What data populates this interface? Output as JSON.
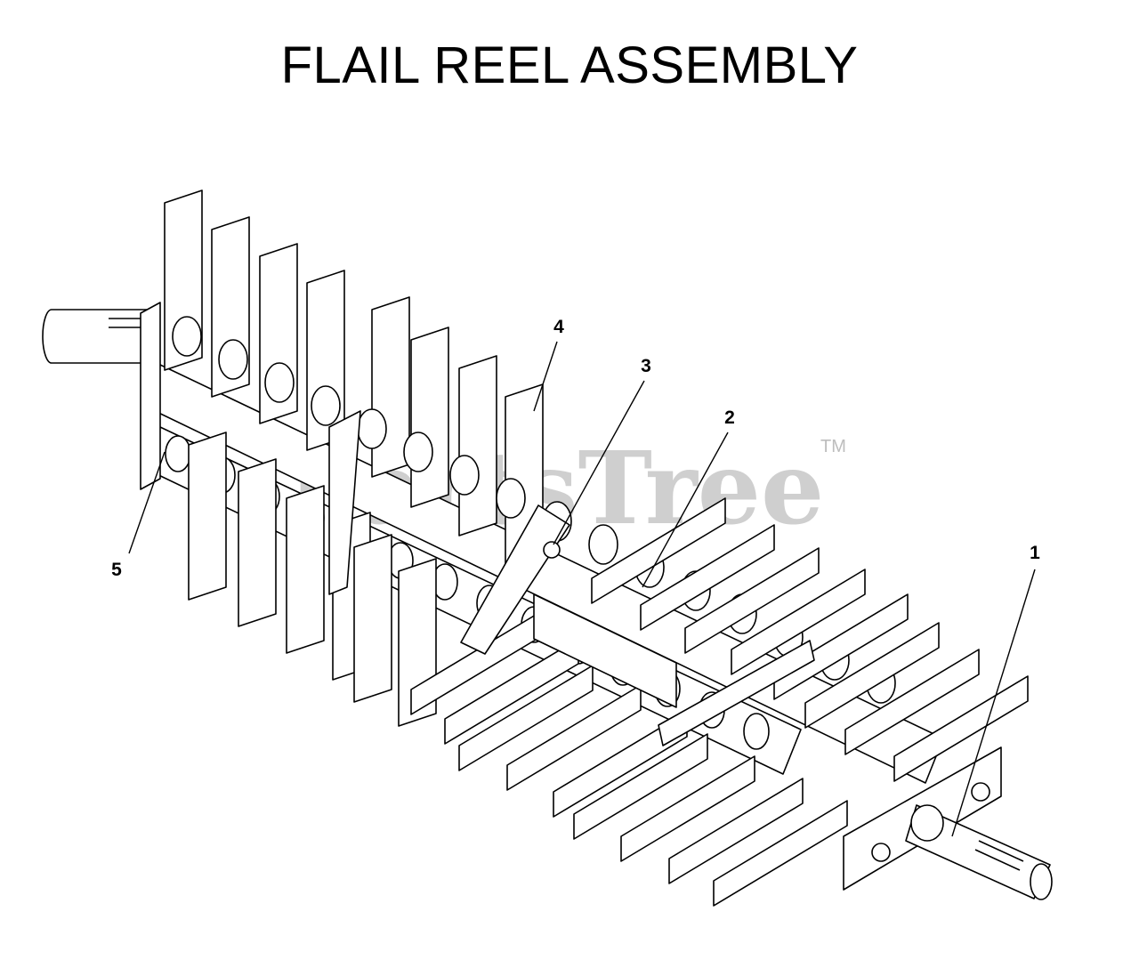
{
  "title": "FLAIL REEL ASSEMBLY",
  "watermark": {
    "text": "PartsTree",
    "trademark": "TM"
  },
  "callouts": [
    "1",
    "2",
    "3",
    "4",
    "5"
  ],
  "colors": {
    "line": "#000000",
    "fill": "#ffffff",
    "watermark": "#cfcfcf"
  }
}
